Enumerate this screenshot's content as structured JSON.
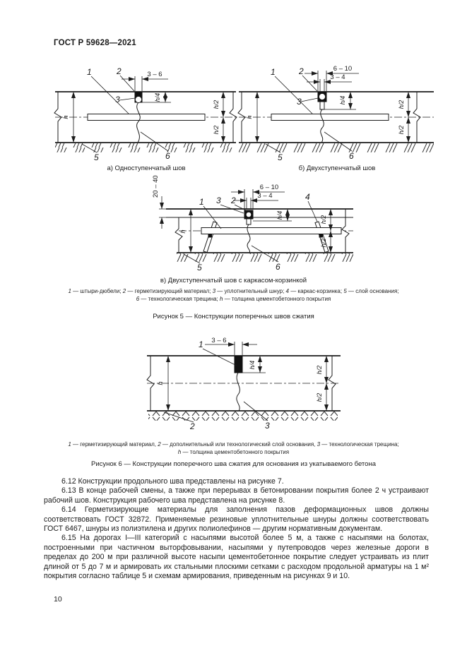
{
  "header": {
    "title": "ГОСТ Р 59628—2021"
  },
  "page": {
    "number": "10"
  },
  "dims": {
    "d36": "3 – 6",
    "d610": "6 – 10",
    "d34": "3 – 4",
    "d2040": "20 – 40",
    "h": "h",
    "h2": "h/2",
    "h4": "h/4"
  },
  "labels": {
    "n1": "1",
    "n2": "2",
    "n3": "3",
    "n4": "4",
    "n5": "5",
    "n6": "6"
  },
  "figure5": {
    "sub_a": "а) Одноступенчатый шов",
    "sub_b": "б) Двухступенчатый шов",
    "sub_c": "в) Двухступенчатый шов с каркасом-корзинкой",
    "legend_line1": [
      {
        "n": "1",
        "t": " — штыри-дюбели; "
      },
      {
        "n": "2",
        "t": " — герметизирующий материал; "
      },
      {
        "n": "3",
        "t": " — уплотнительный шнур; "
      },
      {
        "n": "4",
        "t": " — каркас-корзинка; "
      },
      {
        "n": "5",
        "t": " — слой основания;"
      }
    ],
    "legend_line2": [
      {
        "n": "6",
        "t": " — технологическая трещина; "
      },
      {
        "n": "h",
        "t": " — толщина цементобетонного покрытия"
      }
    ],
    "caption": "Рисунок 5 — Конструкции поперечных швов сжатия"
  },
  "figure6": {
    "legend_line1": [
      {
        "n": "1",
        "t": " — герметизирующий материал, "
      },
      {
        "n": "2",
        "t": " — дополнительный или технологический слой основания, "
      },
      {
        "n": "3",
        "t": " — технологическая трещина;"
      }
    ],
    "legend_line2": [
      {
        "n": "h",
        "t": " — толщина цементобетонного покрытия"
      }
    ],
    "caption": "Рисунок 6 — Конструкции поперечного шва сжатия для основания из укатываемого бетона"
  },
  "paragraphs": [
    {
      "text": "6.12 Конструкции продольного шва представлены на рисунке 7."
    },
    {
      "text": "6.13 В конце рабочей смены, а также при перерывах в бетонировании покрытия более 2 ч устраивают рабочий шов. Конструкция рабочего шва представлена на рисунке 8."
    },
    {
      "text": "6.14 Герметизирующие материалы для заполнения пазов деформационных швов должны соответствовать ГОСТ 32872. Применяемые резиновые уплотнительные шнуры должны соответствовать ГОСТ 6467, шнуры из полиэтилена и других полиолефинов — другим нормативным документам."
    },
    {
      "text": "6.15 На дорогах I—III категорий с насыпями высотой более 5 м, а также с насыпями на болотах, построенными при частичном выторфовывании, насыпями у путепроводов через железные дороги в пределах до 200 м при различной высоте насыпи цементобетонное покрытие следует устраивать из плит длиной от 5 до 7 м и армировать их стальными плоскими сетками с расходом продольной арматуры на 1 м² покрытия согласно таблице 5 и схемам армирования, приведенным на рисунках 9 и 10."
    }
  ]
}
